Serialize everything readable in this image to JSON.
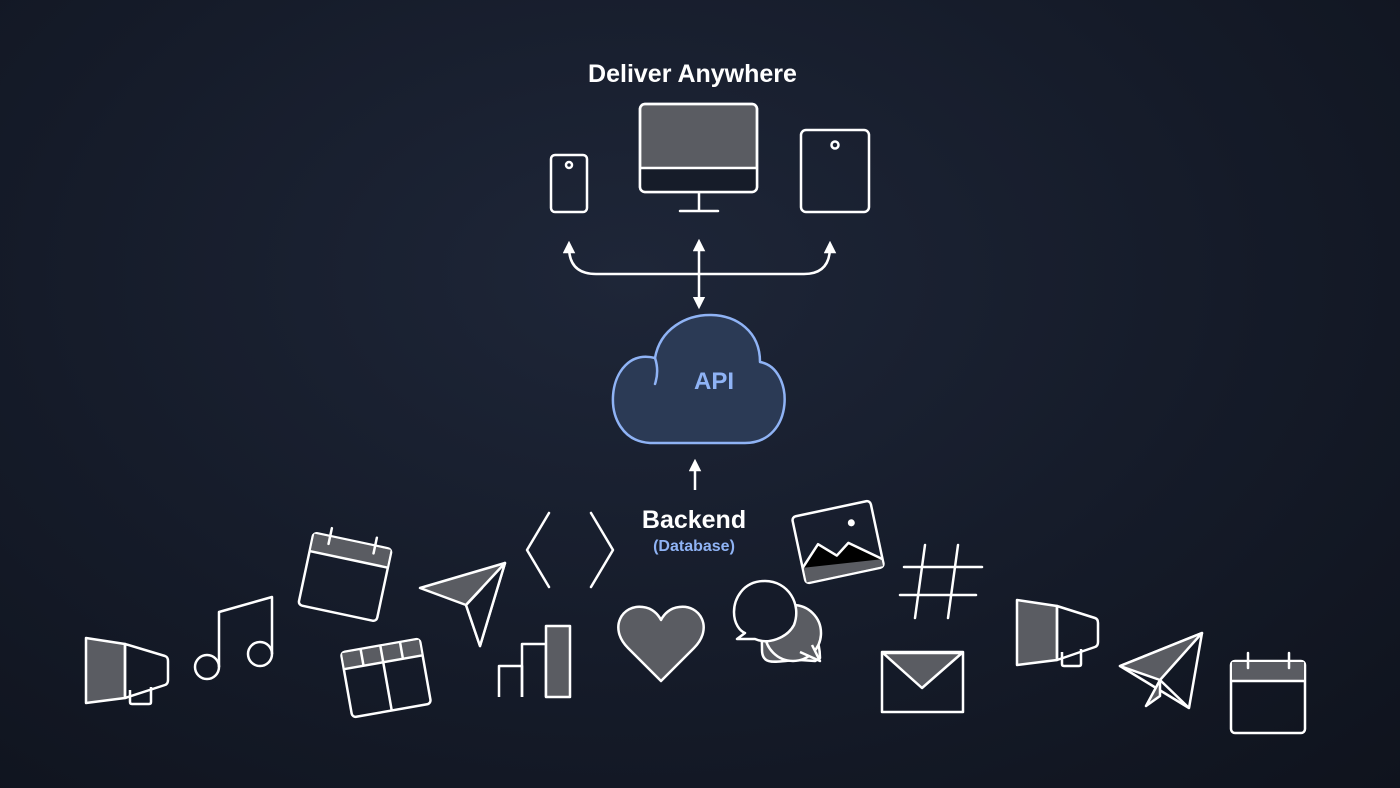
{
  "diagram": {
    "title": "Deliver Anywhere",
    "api_label": "API",
    "backend_label": "Backend",
    "backend_sublabel": "(Database)"
  },
  "colors": {
    "background": "#151b29",
    "stroke": "#ffffff",
    "icon_fill": "#5a5c62",
    "accent": "#8fb3f5",
    "cloud_fill": "#2b3a55"
  },
  "devices": [
    "phone-icon",
    "desktop-monitor-icon",
    "tablet-icon"
  ],
  "backend_icons": [
    "megaphone-icon",
    "music-note-icon",
    "calendar-icon",
    "table-icon",
    "send-arrow-icon",
    "bar-chart-icon",
    "code-brackets-icon",
    "heart-icon",
    "chat-bubbles-icon",
    "image-icon",
    "hashtag-icon",
    "envelope-icon",
    "megaphone-icon",
    "paper-plane-icon",
    "calendar-icon"
  ]
}
